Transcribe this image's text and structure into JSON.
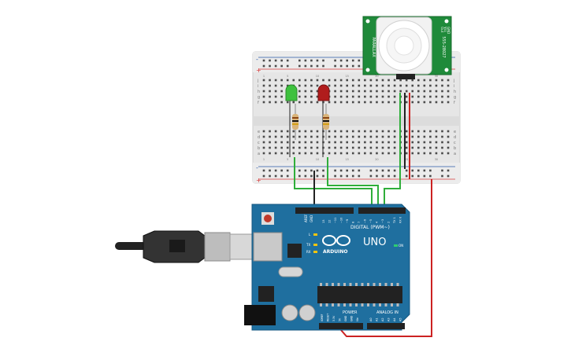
{
  "colors": {
    "breadboard": "#e9e9e9",
    "rail_red": "#d63b3b",
    "rail_blue": "#2a5aa8",
    "board": "#1f6f9f",
    "board_dark": "#155780",
    "header": "#222222",
    "wire_green": "#2fae3a",
    "wire_black": "#222222",
    "wire_red": "#cc2222",
    "pir_board": "#1f8a3a",
    "led_green": "#3ec13e",
    "led_red": "#b01c1c"
  },
  "board": {
    "brand": "ARDUINO",
    "model": "UNO",
    "digital_label": "DIGITAL (PWM~)",
    "power_label": "POWER",
    "analog_label": "ANALOG IN",
    "on_label": "ON",
    "tx_label": "TX",
    "rx_label": "RX",
    "l_label": "L",
    "aref_label": "AREF",
    "gnd_label": "GND",
    "power_pins": [
      "IOREF",
      "RESET",
      "3.3V",
      "5V",
      "GND",
      "GND",
      "Vin"
    ],
    "analog_pins": [
      "A0",
      "A1",
      "A2",
      "A3",
      "A4",
      "A5"
    ],
    "digital_pins": [
      "13",
      "12",
      "~11",
      "~10",
      "~9",
      "8",
      "7",
      "~6",
      "~5",
      "4",
      "~3",
      "2",
      "TX 1",
      "RX 0"
    ]
  },
  "pir": {
    "label_left": "PARALLAX",
    "label_right": "555-28027",
    "pin_labels": [
      "GND",
      "Vcc",
      "Out"
    ]
  },
  "breadboard": {
    "column_numbers": [
      "1",
      "5",
      "10",
      "15",
      "20",
      "25",
      "30"
    ],
    "row_letters_top": [
      "j",
      "i",
      "h",
      "g",
      "f"
    ],
    "row_letters_bottom": [
      "e",
      "d",
      "c",
      "b",
      "a"
    ],
    "plus": "+",
    "minus": "-"
  },
  "icons": {
    "usb": "usb-cable-icon",
    "infinity": "arduino-logo-icon"
  }
}
